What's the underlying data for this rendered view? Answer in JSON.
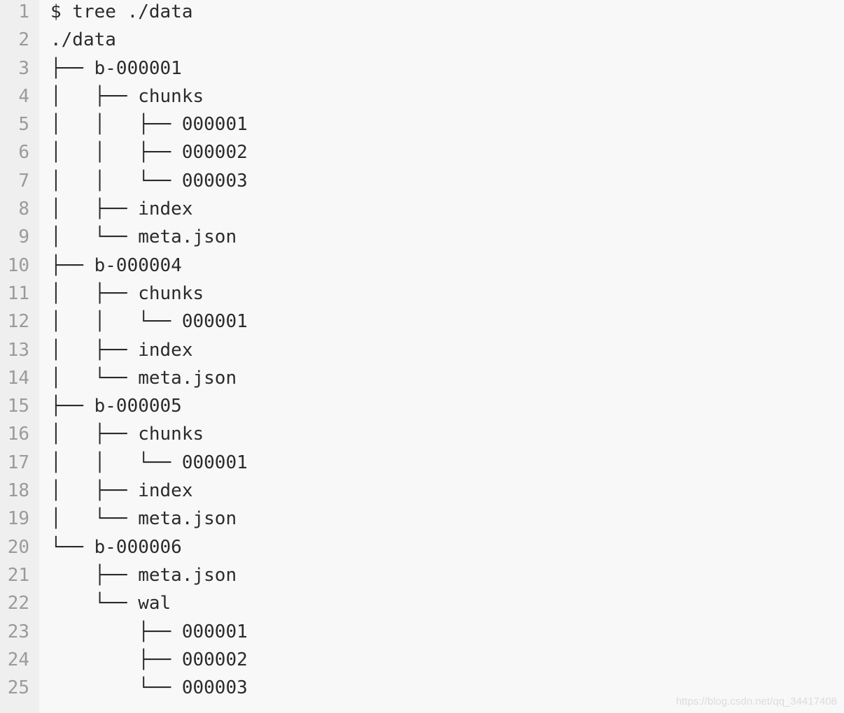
{
  "code": {
    "lines": [
      "$ tree ./data",
      "./data",
      "├── b-000001",
      "│   ├── chunks",
      "│   │   ├── 000001",
      "│   │   ├── 000002",
      "│   │   └── 000003",
      "│   ├── index",
      "│   └── meta.json",
      "├── b-000004",
      "│   ├── chunks",
      "│   │   └── 000001",
      "│   ├── index",
      "│   └── meta.json",
      "├── b-000005",
      "│   ├── chunks",
      "│   │   └── 000001",
      "│   ├── index",
      "│   └── meta.json",
      "└── b-000006",
      "    ├── meta.json",
      "    └── wal",
      "        ├── 000001",
      "        ├── 000002",
      "        └── 000003"
    ],
    "line_numbers": [
      "1",
      "2",
      "3",
      "4",
      "5",
      "6",
      "7",
      "8",
      "9",
      "10",
      "11",
      "12",
      "13",
      "14",
      "15",
      "16",
      "17",
      "18",
      "19",
      "20",
      "21",
      "22",
      "23",
      "24",
      "25"
    ]
  },
  "watermark": "https://blog.csdn.net/qq_34417408",
  "colors": {
    "background": "#f8f8f8",
    "gutter_background": "#efefef",
    "line_number": "#9a9a9a",
    "text": "#2b2b2b",
    "watermark": "#dcdcdc"
  }
}
